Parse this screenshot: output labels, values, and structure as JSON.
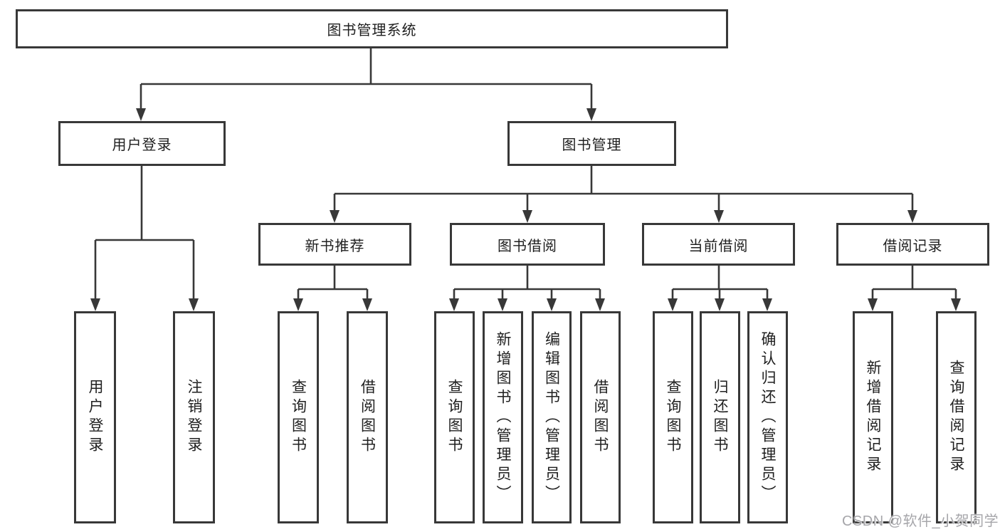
{
  "diagram": {
    "root": {
      "label": "图书管理系统"
    },
    "level2": [
      {
        "label": "用户登录"
      },
      {
        "label": "图书管理"
      }
    ],
    "level3": [
      {
        "label": "新书推荐"
      },
      {
        "label": "图书借阅"
      },
      {
        "label": "当前借阅"
      },
      {
        "label": "借阅记录"
      }
    ],
    "leaves": {
      "user_login": [
        "用户登录",
        "注销登录"
      ],
      "new_book": [
        "查询图书",
        "借阅图书"
      ],
      "book_borrow": [
        "查询图书",
        "新增图书（管理员）",
        "编辑图书（管理员）",
        "借阅图书"
      ],
      "current_borrow": [
        "查询图书",
        "归还图书",
        "确认归还（管理员）"
      ],
      "borrow_record": [
        "新增借阅记录",
        "查询借阅记录"
      ]
    },
    "colors": {
      "line": "#383838",
      "text": "#1f1f1f",
      "box_background": "#ffffff",
      "watermark": "#a6a6aa"
    }
  },
  "watermark": {
    "text": "CSDN @软件_小贺同学"
  }
}
